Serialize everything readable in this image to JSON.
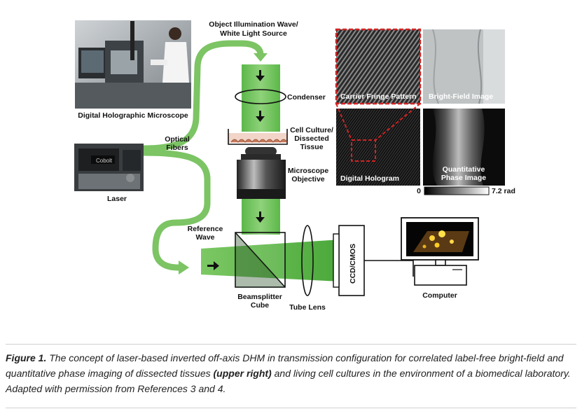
{
  "labels": {
    "illum_line1": "Object Illumination Wave/",
    "illum_line2": "White Light Source",
    "dhm": "Digital Holographic Microscope",
    "condenser": "Condenser",
    "culture_line1": "Cell Culture/",
    "culture_line2": "Dissected",
    "culture_line3": "Tissue",
    "fibers_line1": "Optical",
    "fibers_line2": "Fibers",
    "objective_line1": "Microscope",
    "objective_line2": "Objective",
    "laser": "Laser",
    "reference_line1": "Reference",
    "reference_line2": "Wave",
    "beamsplitter_line1": "Beamsplitter",
    "beamsplitter_line2": "Cube",
    "tube_lens": "Tube Lens",
    "camera": "CCD/CMOS",
    "computer": "Computer",
    "laser_brand": "Cobolt"
  },
  "images": {
    "carrier_fringe": "Carrier Fringe Pattern",
    "bright_field": "Bright-Field Image",
    "digital_hologram": "Digital Hologram",
    "qpi_line1": "Quantitative",
    "qpi_line2": "Phase Image"
  },
  "colorbar": {
    "min_label": "0",
    "max_label": "7.2 rad"
  },
  "caption": {
    "label": "Figure 1.",
    "text_1": " The concept of laser-based inverted off-axis DHM in transmission configuration for correlated label-free bright-field and quantitative phase imaging of dissected tissues ",
    "emphasis": "(upper right)",
    "text_2": " and living cell cultures in the environment of a biomedical laboratory. Adapted with permission from References 3 and 4."
  },
  "colors": {
    "beam_green": "#66bb55",
    "fiber_green": "#7cc464",
    "highlight_red": "#d32222"
  }
}
